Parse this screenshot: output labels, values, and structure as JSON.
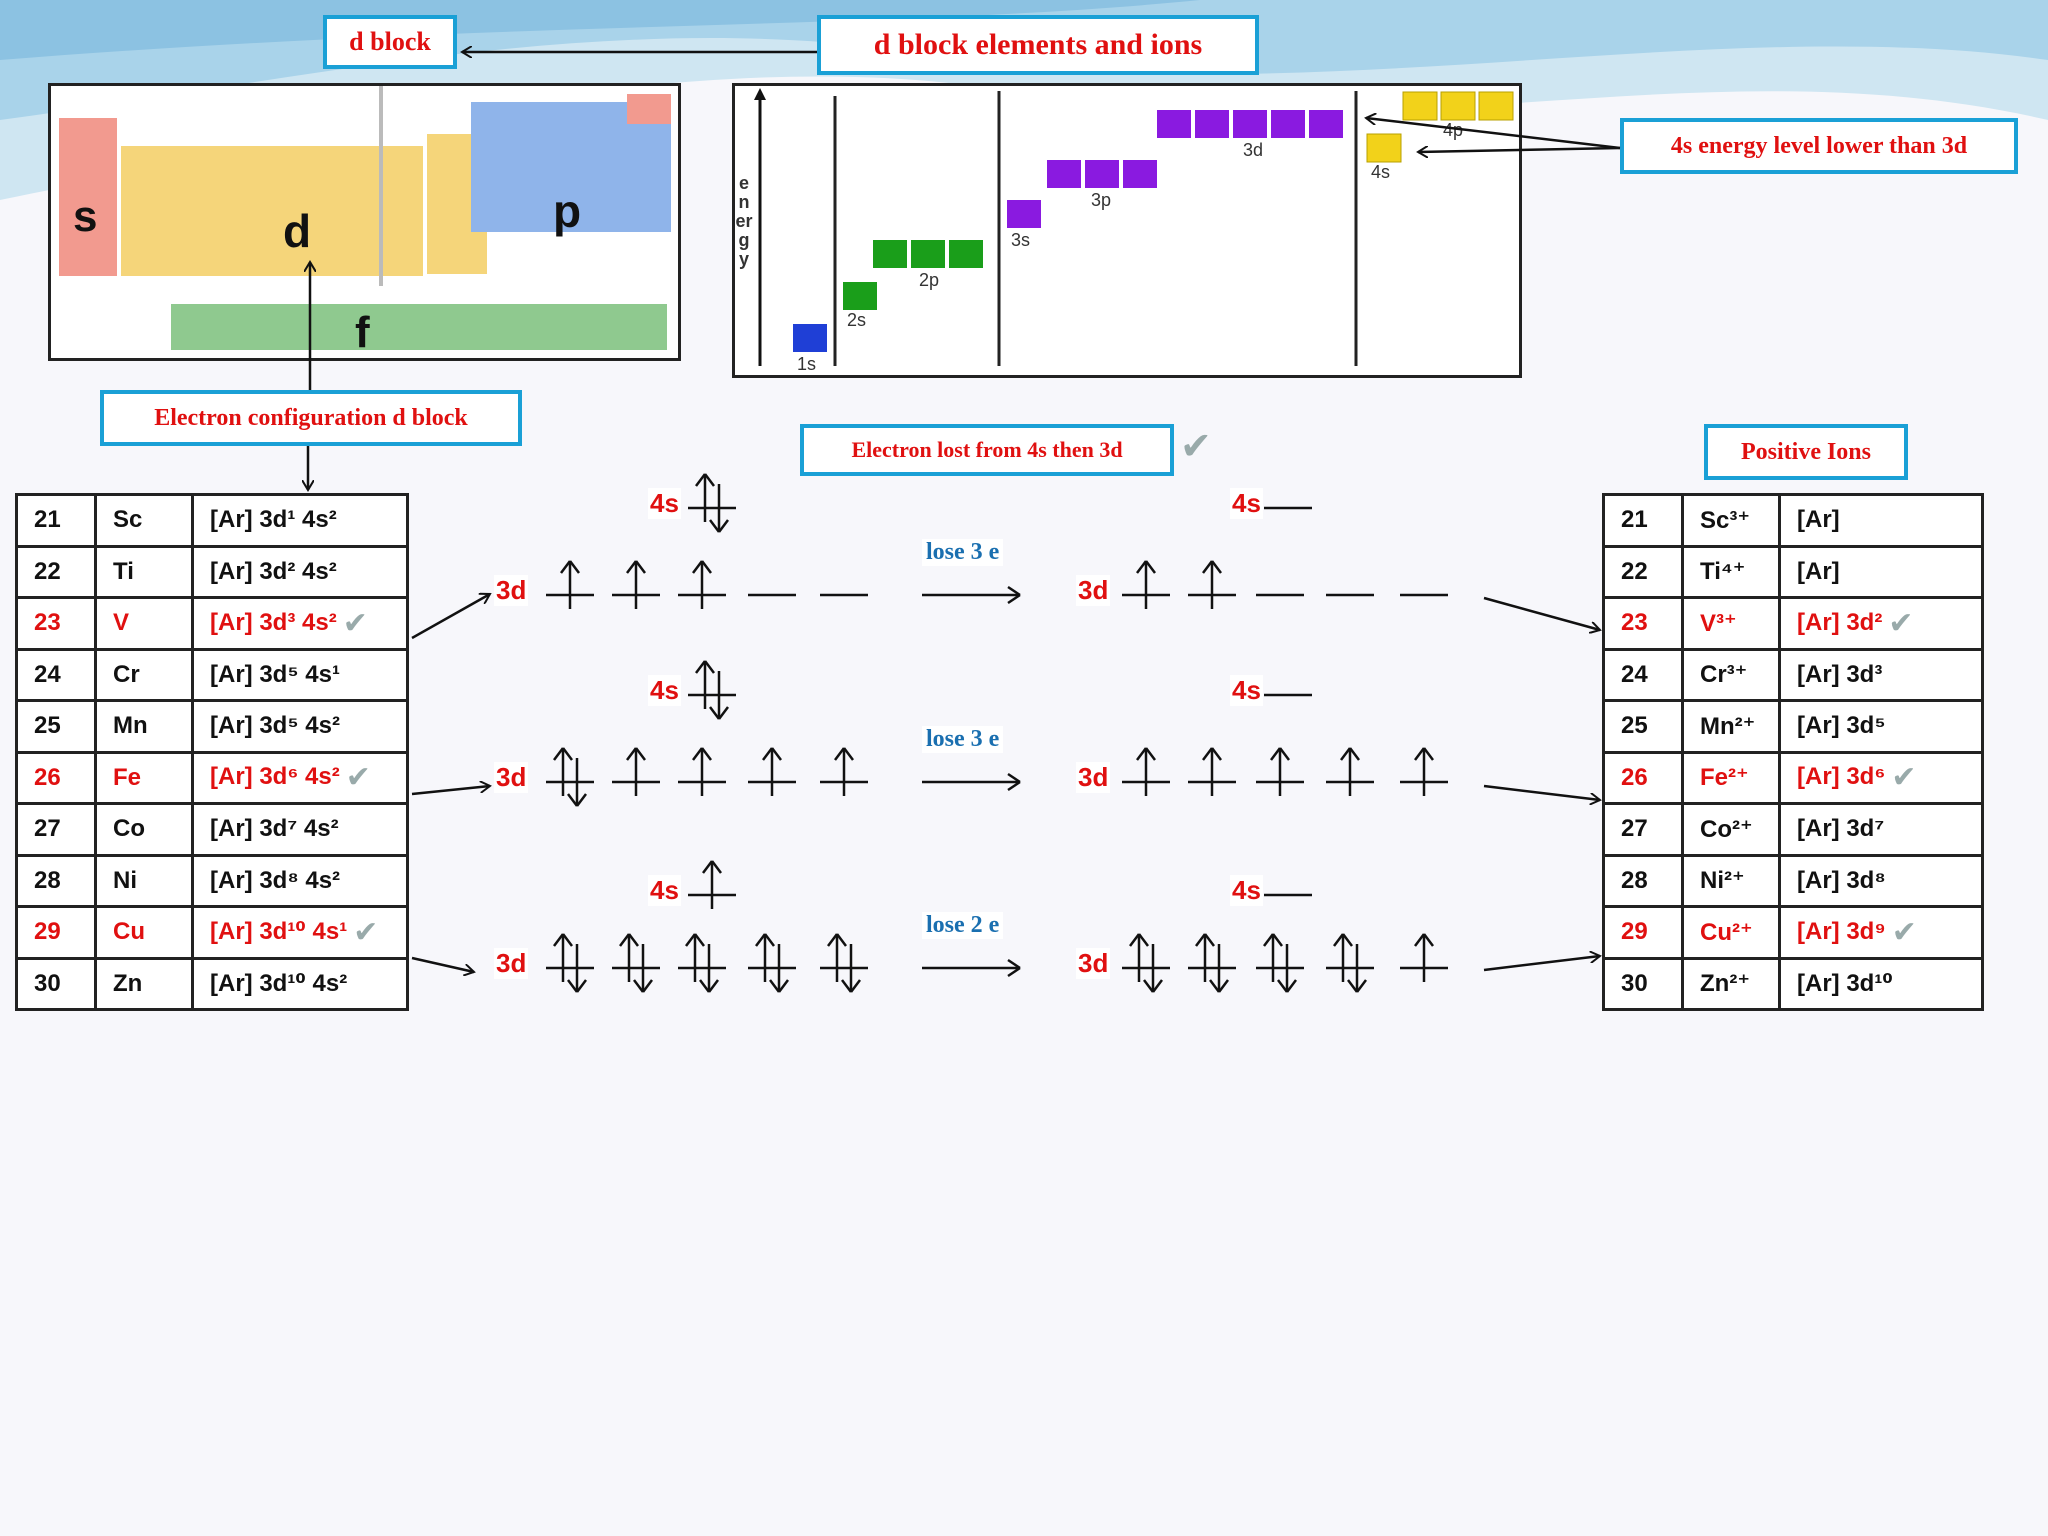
{
  "titles": {
    "d_block": "d block",
    "main": "d  block elements and ions",
    "energy_note": "4s energy level lower than 3d",
    "electron_config": "Electron configuration d block",
    "electron_lost": "Electron lost from 4s  then 3d",
    "positive_ions": "Positive Ions"
  },
  "periodic_table": {
    "block_letters": [
      "s",
      "d",
      "p",
      "f"
    ]
  },
  "energy_diagram": {
    "axis_label": "energy",
    "levels": [
      "1s",
      "2s",
      "2p",
      "3s",
      "3p",
      "3d",
      "4s",
      "4p"
    ],
    "colors": {
      "1s": "#1f3fd6",
      "2s": "#1a9e1a",
      "2p": "#1a9e1a",
      "3s": "#8a1ae0",
      "3p": "#8a1ae0",
      "3d": "#8a1ae0",
      "4s": "#f2d21a",
      "4p": "#f2d21a"
    }
  },
  "config_table": [
    {
      "z": "21",
      "sym": "Sc",
      "cfg": "[Ar] 3d¹ 4s²",
      "hl": false
    },
    {
      "z": "22",
      "sym": "Ti",
      "cfg": "[Ar] 3d² 4s²",
      "hl": false
    },
    {
      "z": "23",
      "sym": "V",
      "cfg": "[Ar] 3d³ 4s²",
      "hl": true
    },
    {
      "z": "24",
      "sym": "Cr",
      "cfg": "[Ar] 3d⁵ 4s¹",
      "hl": false
    },
    {
      "z": "25",
      "sym": "Mn",
      "cfg": "[Ar] 3d⁵ 4s²",
      "hl": false
    },
    {
      "z": "26",
      "sym": "Fe",
      "cfg": "[Ar] 3d⁶ 4s²",
      "hl": true
    },
    {
      "z": "27",
      "sym": "Co",
      "cfg": "[Ar] 3d⁷ 4s²",
      "hl": false
    },
    {
      "z": "28",
      "sym": "Ni",
      "cfg": "[Ar] 3d⁸ 4s²",
      "hl": false
    },
    {
      "z": "29",
      "sym": "Cu",
      "cfg": "[Ar] 3d¹⁰ 4s¹",
      "hl": true
    },
    {
      "z": "30",
      "sym": "Zn",
      "cfg": "[Ar] 3d¹⁰ 4s²",
      "hl": false
    }
  ],
  "ion_table": [
    {
      "z": "21",
      "sym": "Sc³⁺",
      "cfg": "[Ar]",
      "hl": false
    },
    {
      "z": "22",
      "sym": "Ti⁴⁺",
      "cfg": "[Ar]",
      "hl": false
    },
    {
      "z": "23",
      "sym": "V³⁺",
      "cfg": "[Ar] 3d²",
      "hl": true
    },
    {
      "z": "24",
      "sym": "Cr³⁺",
      "cfg": "[Ar] 3d³",
      "hl": false
    },
    {
      "z": "25",
      "sym": "Mn²⁺",
      "cfg": "[Ar] 3d⁵",
      "hl": false
    },
    {
      "z": "26",
      "sym": "Fe²⁺",
      "cfg": "[Ar] 3d⁶",
      "hl": true
    },
    {
      "z": "27",
      "sym": "Co²⁺",
      "cfg": "[Ar] 3d⁷",
      "hl": false
    },
    {
      "z": "28",
      "sym": "Ni²⁺",
      "cfg": "[Ar] 3d⁸",
      "hl": false
    },
    {
      "z": "29",
      "sym": "Cu²⁺",
      "cfg": "[Ar] 3d⁹",
      "hl": true
    },
    {
      "z": "30",
      "sym": "Zn²⁺",
      "cfg": "[Ar] 3d¹⁰",
      "hl": false
    }
  ],
  "orbital_rows": [
    {
      "atom_4s": "ud",
      "atom_3d": [
        "u",
        "u",
        "u",
        "",
        ""
      ],
      "lose": "lose 3 e",
      "ion_4s": "",
      "ion_3d": [
        "u",
        "u",
        "",
        "",
        ""
      ]
    },
    {
      "atom_4s": "ud",
      "atom_3d": [
        "ud",
        "u",
        "u",
        "u",
        "u"
      ],
      "lose": "lose 3 e",
      "ion_4s": "",
      "ion_3d": [
        "u",
        "u",
        "u",
        "u",
        "u"
      ]
    },
    {
      "atom_4s": "u",
      "atom_3d": [
        "ud",
        "ud",
        "ud",
        "ud",
        "ud"
      ],
      "lose": "lose 2 e",
      "ion_4s": "",
      "ion_3d": [
        "ud",
        "ud",
        "ud",
        "ud",
        "u"
      ]
    }
  ],
  "orbital_labels": {
    "s": "4s",
    "d": "3d"
  }
}
